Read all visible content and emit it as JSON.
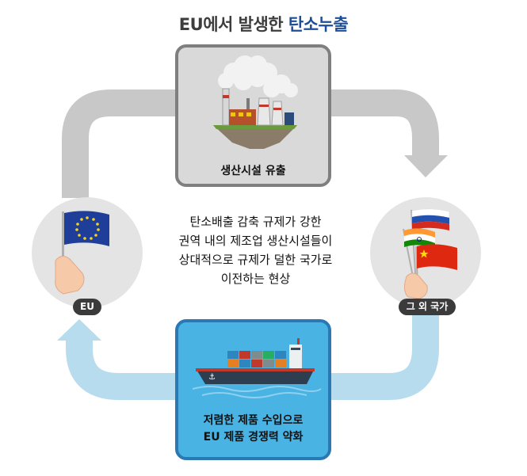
{
  "title": {
    "prefix": "EU에서 발생한 ",
    "accent": "탄소누출"
  },
  "top_box": {
    "label": "생산시설 유출"
  },
  "bottom_box": {
    "line1": "저렴한 제품 수입으로",
    "line2": "EU 제품 경쟁력 약화"
  },
  "left_node": {
    "label": "EU"
  },
  "right_node": {
    "label": "그 외 국가"
  },
  "center": {
    "lines": [
      "탄소배출 감축 규제가 강한",
      "권역 내의 제조업 생산시설들이",
      "상대적으로 규제가 덜한 국가로",
      "이전하는 현상"
    ]
  },
  "colors": {
    "top_arrow": "#c8c8c8",
    "bottom_arrow": "#b7dcee",
    "top_box_fill": "#d9d9d9",
    "bottom_box_fill": "#49b3e3",
    "title_accent": "#1d4f99"
  }
}
